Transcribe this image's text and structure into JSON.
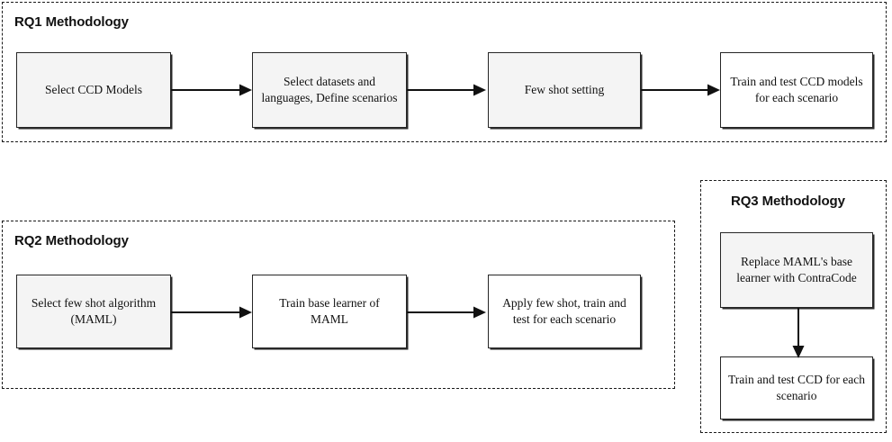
{
  "diagram": {
    "sections": [
      {
        "id": "rq1",
        "title": "RQ1 Methodology",
        "orientation": "horizontal",
        "nodes": [
          {
            "id": "rq1-node-1",
            "label": "Select CCD Models",
            "fill": "#f4f4f4"
          },
          {
            "id": "rq1-node-2",
            "label": "Select datasets and languages, Define scenarios",
            "fill": "#f4f4f4"
          },
          {
            "id": "rq1-node-3",
            "label": "Few shot setting",
            "fill": "#f4f4f4"
          },
          {
            "id": "rq1-node-4",
            "label": "Train and test CCD models for each scenario",
            "fill": "#ffffff"
          }
        ],
        "arrows": [
          {
            "id": "rq1-arrow-1",
            "from": "rq1-node-1",
            "to": "rq1-node-2",
            "direction": "right"
          },
          {
            "id": "rq1-arrow-2",
            "from": "rq1-node-2",
            "to": "rq1-node-3",
            "direction": "right"
          },
          {
            "id": "rq1-arrow-3",
            "from": "rq1-node-3",
            "to": "rq1-node-4",
            "direction": "right"
          }
        ]
      },
      {
        "id": "rq2",
        "title": "RQ2 Methodology",
        "orientation": "horizontal",
        "nodes": [
          {
            "id": "rq2-node-1",
            "label": "Select few shot algorithm (MAML)",
            "fill": "#f4f4f4"
          },
          {
            "id": "rq2-node-2",
            "label": "Train base learner of MAML",
            "fill": "#ffffff"
          },
          {
            "id": "rq2-node-3",
            "label": "Apply few shot, train and test for each scenario",
            "fill": "#ffffff"
          }
        ],
        "arrows": [
          {
            "id": "rq2-arrow-1",
            "from": "rq2-node-1",
            "to": "rq2-node-2",
            "direction": "right"
          },
          {
            "id": "rq2-arrow-2",
            "from": "rq2-node-2",
            "to": "rq2-node-3",
            "direction": "right"
          }
        ]
      },
      {
        "id": "rq3",
        "title": "RQ3 Methodology",
        "orientation": "vertical",
        "nodes": [
          {
            "id": "rq3-node-1",
            "label": "Replace MAML's base learner with ContraCode",
            "fill": "#f4f4f4"
          },
          {
            "id": "rq3-node-2",
            "label": "Train and test CCD for each scenario",
            "fill": "#ffffff"
          }
        ],
        "arrows": [
          {
            "id": "rq3-arrow-1",
            "from": "rq3-node-1",
            "to": "rq3-node-2",
            "direction": "down"
          }
        ]
      }
    ],
    "colors": {
      "background": "#ffffff",
      "node_fill_gray": "#f4f4f4",
      "node_fill_white": "#ffffff",
      "node_border": "#262626",
      "section_border": "#1a1a1a",
      "arrow": "#111111",
      "text": "#111111"
    }
  }
}
